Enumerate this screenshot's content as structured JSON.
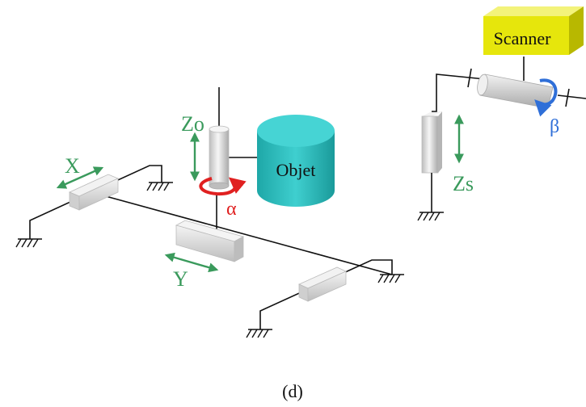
{
  "labels": {
    "scanner": "Scanner",
    "object": "Objet",
    "axis_x": "X",
    "axis_y": "Y",
    "axis_zo": "Zo",
    "axis_zs": "Zs",
    "rot_alpha": "α",
    "rot_beta": "β",
    "caption": "(d)"
  },
  "colors": {
    "axis_arrow": "#3a9a5c",
    "alpha_arrow": "#e02020",
    "beta_arrow": "#2f6fd8",
    "object": "#2fc0c0",
    "scanner": "#e0e000",
    "slider": "#d9d9d9"
  }
}
